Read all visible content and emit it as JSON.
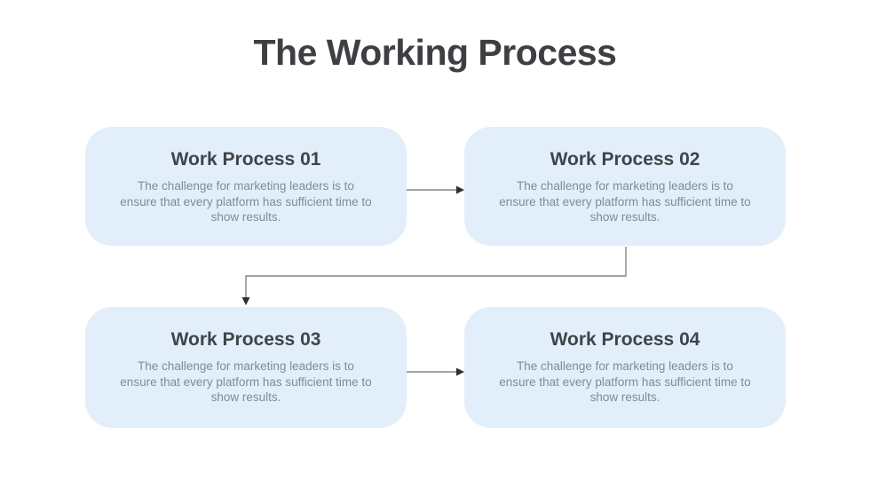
{
  "slide": {
    "title": "The Working Process",
    "boxes": [
      {
        "id": "01",
        "title": "Work Process 01",
        "description": "The challenge for marketing leaders is to ensure that every platform has sufficient time to show results."
      },
      {
        "id": "02",
        "title": "Work Process 02",
        "description": "The challenge for marketing leaders is to ensure that every platform has sufficient time to show results."
      },
      {
        "id": "03",
        "title": "Work Process 03",
        "description": "The challenge for marketing leaders is to ensure that every platform has sufficient time to show results."
      },
      {
        "id": "04",
        "title": "Work Process 04",
        "description": "The challenge for marketing leaders is to ensure that every platform has sufficient time to show results."
      }
    ],
    "connectors": [
      {
        "from": "01",
        "to": "02",
        "type": "straight-right-arrow"
      },
      {
        "from": "02",
        "to": "03",
        "type": "elbow-down-left-down-arrow"
      },
      {
        "from": "03",
        "to": "04",
        "type": "straight-right-arrow"
      }
    ],
    "colors": {
      "background": "#ffffff",
      "box_background": "#e2effa",
      "title_text": "#3d3f42",
      "box_title_text": "#3f444a",
      "box_body_text": "#7e8b9c",
      "connector_line": "#6e6e6e",
      "arrowhead": "#2f2f2f"
    }
  }
}
